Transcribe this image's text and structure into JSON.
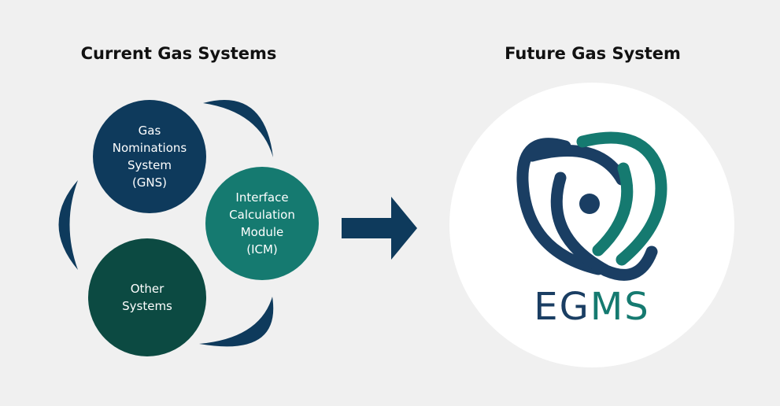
{
  "diagram": {
    "left_heading": "Current Gas Systems",
    "right_heading": "Future Gas System",
    "nodes": [
      {
        "id": "gns",
        "label": "Gas\nNominations\nSystem\n(GNS)",
        "color": "#0e3a5c"
      },
      {
        "id": "icm",
        "label": "Interface\nCalculation\nModule\n(ICM)",
        "color": "#157a70"
      },
      {
        "id": "other",
        "label": "Other\nSystems",
        "color": "#0c4a42"
      }
    ],
    "arrow_color": "#0e3a5c",
    "cycle_arc_color": "#0e3a5c"
  },
  "logo": {
    "text": "EGMS",
    "dark_color": "#1a3e63",
    "teal_color": "#157a70"
  }
}
